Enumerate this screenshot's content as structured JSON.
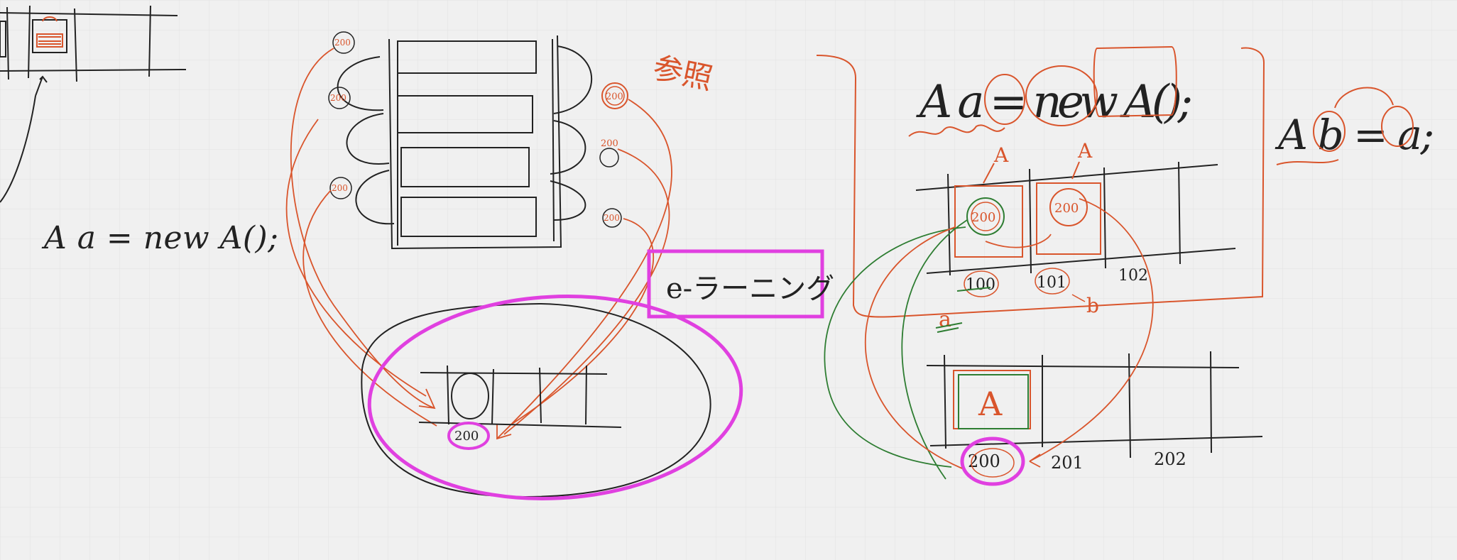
{
  "canvas": {
    "background": "#f0f0f0",
    "grid_color": "#e2e2e2"
  },
  "colors": {
    "ink": "#222222",
    "red": "#d9552c",
    "green": "#2e7d32",
    "magenta": "#e040e0"
  },
  "left_snippet": {
    "equation": "A a = new A();"
  },
  "middle": {
    "stack_addresses": [
      "200",
      "200",
      "200"
    ],
    "right_addresses": [
      "200",
      "200",
      "200"
    ],
    "note": "参照",
    "memory_cell_address": "200",
    "callout": "e-ラーニング"
  },
  "right": {
    "equation_a": "A a = new A();",
    "equation_b": "A b = a;",
    "cell_labels": [
      "A",
      "A"
    ],
    "cell_values": [
      "200",
      "200"
    ],
    "row_addresses": [
      "100",
      "101",
      "102"
    ],
    "var_a": "a",
    "var_b": "b",
    "heap_object": "A",
    "heap_addresses": [
      "200",
      "201",
      "202"
    ]
  }
}
